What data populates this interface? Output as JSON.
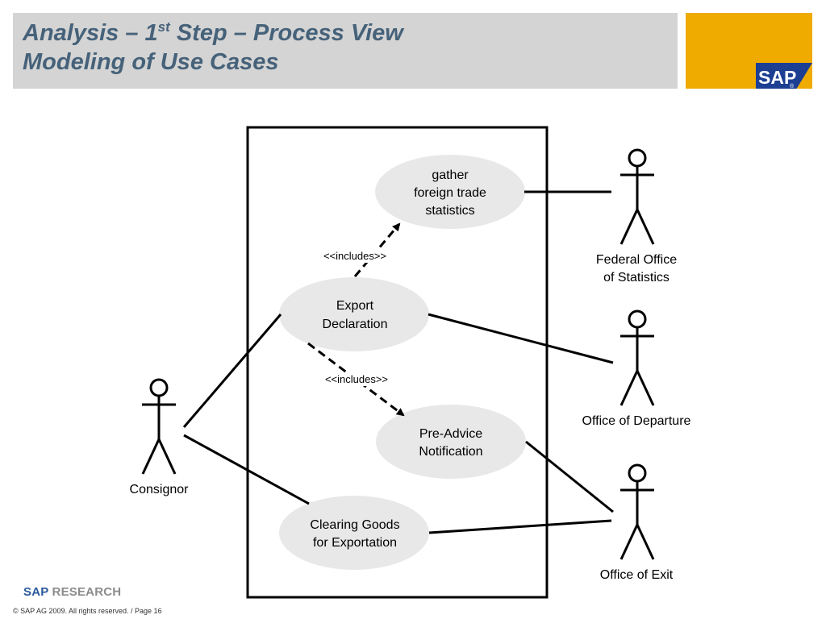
{
  "header": {
    "title_line1_prefix": "Analysis – 1",
    "title_line1_sup": "st",
    "title_line1_suffix": " Step – Process View",
    "title_line2": "Modeling of Use Cases"
  },
  "logo": {
    "text": "SAP",
    "mark": "®"
  },
  "diagram": {
    "use_cases": {
      "gather": [
        "gather",
        "foreign trade",
        "statistics"
      ],
      "export": [
        "Export",
        "Declaration"
      ],
      "preadvice": [
        "Pre-Advice",
        "Notification"
      ],
      "clearing": [
        "Clearing Goods",
        "for Exportation"
      ]
    },
    "relations": {
      "includes_top": "<<includes>>",
      "includes_bottom": "<<includes>>"
    },
    "actors": {
      "consignor": [
        "Consignor"
      ],
      "federal": [
        "Federal Office",
        "of Statistics"
      ],
      "departure": [
        "Office of Departure"
      ],
      "exit": [
        "Office of Exit"
      ]
    }
  },
  "branding": {
    "part1": "SAP",
    "part2": " RESEARCH"
  },
  "footer": {
    "copyright": "© SAP AG 2009. All rights reserved. / Page 16"
  },
  "colors": {
    "title_text": "#46627a",
    "title_band": "#d4d4d4",
    "logo_bg": "#f0ab00",
    "logo_blue": "#1c3f94",
    "use_case_fill": "#e8e8e8",
    "brand_blue": "#2b5a9b"
  }
}
